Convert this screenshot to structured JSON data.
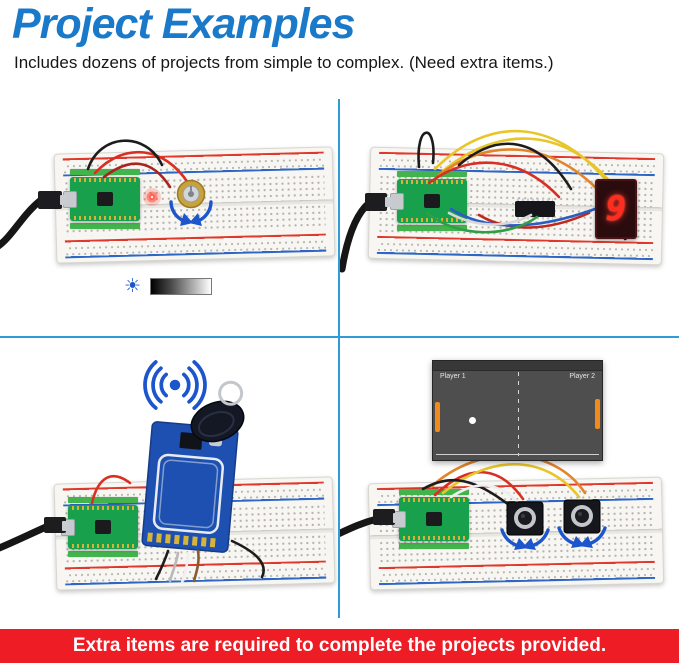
{
  "header": {
    "title": "Project Examples",
    "subtitle": "Includes dozens of projects from simple to complex. (Need extra items.)"
  },
  "banner": {
    "text": "Extra items are required to complete the projects provided."
  },
  "projects": {
    "seven_segment_digit": "9",
    "pong": {
      "left_label": "Player 1",
      "right_label": "Player 2"
    }
  },
  "icons": {
    "brightness_glyph": "☀"
  },
  "colors": {
    "title_blue": "#1a7ac9",
    "divider_blue": "#2f9bd8",
    "banner_red": "#ee1c25",
    "banner_text": "#ffffff",
    "icon_blue": "#1c55cc",
    "seven_segment_red": "#ff2d1f",
    "paddle_orange": "#ef8a1c",
    "pico_green": "#18a04c",
    "rfid_blue": "#1d50b0"
  }
}
